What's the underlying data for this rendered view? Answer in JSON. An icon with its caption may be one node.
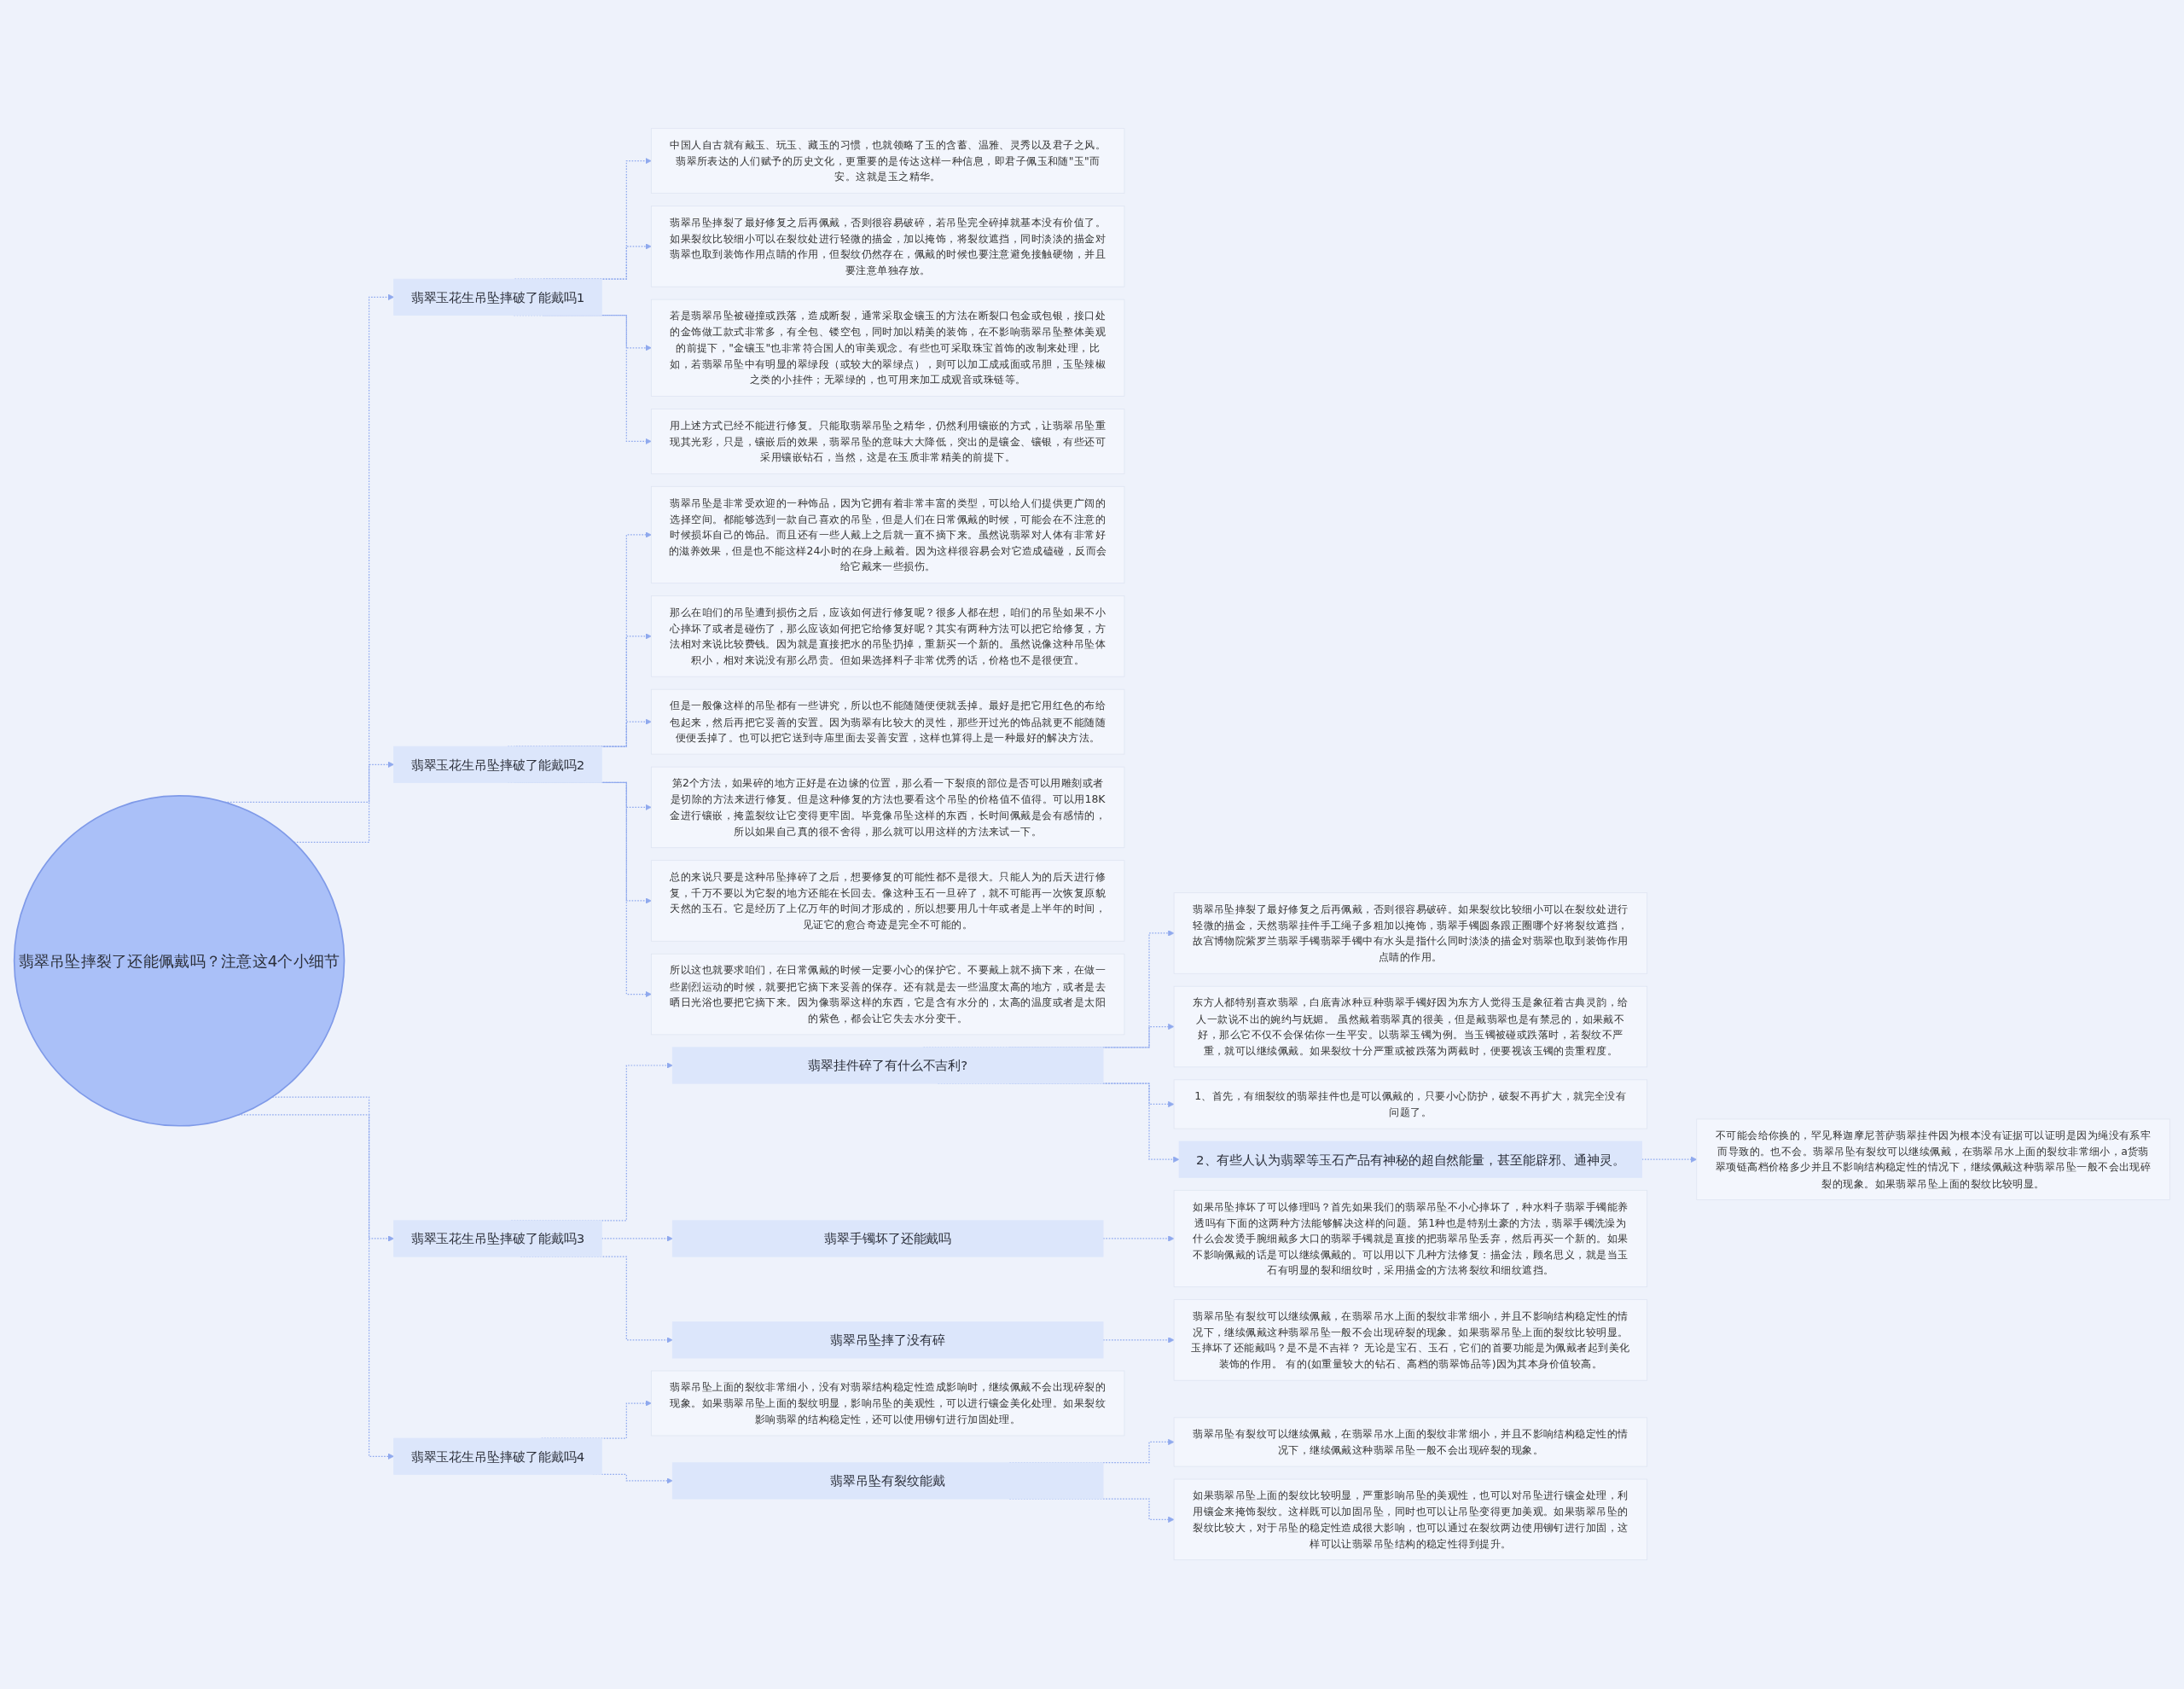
{
  "diagram": {
    "nodes": [
      {
        "text": [
          "翡翠吊坠摔裂了还能佩戴吗？注意这4个小细节"
        ]
      },
      {
        "text": [
          "翡翠玉花生吊坠摔破了能戴吗1"
        ]
      },
      {
        "text": [
          "中国人自古就有戴玉、玩玉、藏玉的习惯，也就领略了玉的含蓄、温雅、灵秀以及君子之风。翡翠所表达的人们赋予的历史文化，更重要的是传达这样一种信息，即君子佩玉和随\"玉\"而安。这就是玉之精华。"
        ]
      },
      {
        "text": [
          "翡翠吊坠摔裂了最好修复之后再佩戴，否则很容易破碎，若吊坠完全碎掉就基本没有价值了。如果裂纹比较细小可以在裂纹处进行轻微的描金，加以掩饰，将裂纹遮挡，同时淡淡的描金对翡翠也取到装饰作用点睛的作用，但裂纹仍然存在，佩戴的时候也要注意避免接触硬物，并且要注意单独存放。"
        ]
      },
      {
        "text": [
          "若是翡翠吊坠被碰撞或跌落，造成断裂，通常采取金镶玉的方法在断裂口包金或包银，接口处的金饰做工款式非常多，有全包、镂空包，同时加以精美的装饰，在不影响翡翠吊坠整体美观的前提下，\"金镶玉\"也非常符合国人的审美观念。有些也可采取珠宝首饰的改制来处理，比如，若翡翠吊坠中有明显的翠绿段（或较大的翠绿点），则可以加工成戒面或吊胆，玉坠辣椒之类的小挂件；无翠绿的，也可用来加工成观音或珠链等。"
        ]
      },
      {
        "text": [
          "用上述方式已经不能进行修复。只能取翡翠吊坠之精华，仍然利用镶嵌的方式，让翡翠吊坠重现其光彩，只是，镶嵌后的效果，翡翠吊坠的意味大大降低，突出的是镶金、镶银，有些还可采用镶嵌钻石，当然，这是在玉质非常精美的前提下。"
        ]
      },
      {
        "text": [
          "翡翠玉花生吊坠摔破了能戴吗2"
        ]
      },
      {
        "text": [
          "翡翠吊坠是非常受欢迎的一种饰品，因为它拥有着非常丰富的类型，可以给人们提供更广阔的选择空间。都能够选到一款自己喜欢的吊坠，但是人们在日常佩戴的时候，可能会在不注意的时候损坏自己的饰品。而且还有一些人戴上之后就一直不摘下来。虽然说翡翠对人体有非常好的滋养效果，但是也不能这样24小时的在身上戴着。因为这样很容易会对它造成磕碰，反而会给它戴来一些损伤。"
        ]
      },
      {
        "text": [
          "那么在咱们的吊坠遭到损伤之后，应该如何进行修复呢？很多人都在想，咱们的吊坠如果不小心摔坏了或者是碰伤了，那么应该如何把它给修复好呢？其实有两种方法可以把它给修复，方法相对来说比较费钱。因为就是直接把水的吊坠扔掉，重新买一个新的。虽然说像这种吊坠体积小，相对来说没有那么昂贵。但如果选择料子非常优秀的话，价格也不是很便宜。"
        ]
      },
      {
        "text": [
          "但是一般像这样的吊坠都有一些讲究，所以也不能随随便便就丢掉。最好是把它用红色的布给包起来，然后再把它妥善的安置。因为翡翠有比较大的灵性，那些开过光的饰品就更不能随随便便丢掉了。也可以把它送到寺庙里面去妥善安置，这样也算得上是一种最好的解决方法。"
        ]
      },
      {
        "text": [
          "第2个方法，如果碎的地方正好是在边缘的位置，那么看一下裂痕的部位是否可以用雕刻或者是切除的方法来进行修复。但是这种修复的方法也要看这个吊坠的价格值不值得。可以用18K金进行镶嵌，掩盖裂纹让它变得更牢固。毕竟像吊坠这样的东西，长时间佩戴是会有感情的，所以如果自己真的很不舍得，那么就可以用这样的方法来试一下。"
        ]
      },
      {
        "text": [
          "总的来说只要是这种吊坠摔碎了之后，想要修复的可能性都不是很大。只能人为的后天进行修复，千万不要以为它裂的地方还能在长回去。像这种玉石一旦碎了，就不可能再一次恢复原貌天然的玉石。它是经历了上亿万年的时间才形成的，所以想要用几十年或者是上半年的时间，见证它的愈合奇迹是完全不可能的。"
        ]
      },
      {
        "text": [
          "所以这也就要求咱们，在日常佩戴的时候一定要小心的保护它。不要戴上就不摘下来，在做一些剧烈运动的时候，就要把它摘下来妥善的保存。还有就是去一些温度太高的地方，或者是去晒日光浴也要把它摘下来。因为像翡翠这样的东西，它是含有水分的，太高的温度或者是太阳的紫色，都会让它失去水分变干。"
        ]
      },
      {
        "text": [
          "翡翠玉花生吊坠摔破了能戴吗3"
        ]
      },
      {
        "text": [
          "翡翠挂件碎了有什么不吉利?"
        ]
      },
      {
        "text": [
          "翡翠吊坠摔裂了最好修复之后再佩戴，否则很容易破碎。如果裂纹比较细小可以在裂纹处进行轻微的描金，天然翡翠挂件手工绳子多粗加以掩饰，翡翠手镯圆条跟正圈哪个好将裂纹遮挡，故宫博物院紫罗兰翡翠手镯翡翠手镯中有水头是指什么同时淡淡的描金对翡翠也取到装饰作用点睛的作用。"
        ]
      },
      {
        "text": [
          "东方人都特别喜欢翡翠，白底青冰种豆种翡翠手镯好因为东方人觉得玉是象征着古典灵韵，给人一款说不出的婉约与妩媚。 虽然戴着翡翠真的很美，但是戴翡翠也是有禁忌的，如果戴不好，那么它不仅不会保佑你一生平安。以翡翠玉镯为例。当玉镯被碰或跌落时，若裂纹不严重，就可以继续佩戴。如果裂纹十分严重或被跌落为两截时，便要视该玉镯的贵重程度。"
        ]
      },
      {
        "text": [
          "1、首先，有细裂纹的翡翠挂件也是可以佩戴的，只要小心防护，破裂不再扩大，就完全没有问题了。"
        ]
      },
      {
        "text": [
          "2、有些人认为翡翠等玉石产品有神秘的超自然能量，甚至能辟邪、通神灵。"
        ]
      },
      {
        "text": [
          "不可能会给你换的，罕见释迦摩尼菩萨翡翠挂件因为根本没有证据可以证明是因为绳没有系牢而导致的。也不会。翡翠吊坠有裂纹可以继续佩戴，在翡翠吊水上面的裂纹非常细小，a货翡翠项链高档价格多少并且不影响结构稳定性的情况下，继续佩戴这种翡翠吊坠一般不会出现碎裂的现象。如果翡翠吊坠上面的裂纹比较明显。"
        ]
      },
      {
        "text": [
          "翡翠手镯坏了还能戴吗"
        ]
      },
      {
        "text": [
          "如果吊坠摔坏了可以修理吗？首先如果我们的翡翠吊坠不小心摔坏了，种水料子翡翠手镯能养透吗有下面的这两种方法能够解决这样的问题。第1种也是特别土豪的方法，翡翠手镯洗澡为什么会发烫手腕细戴多大口的翡翠手镯就是直接的把翡翠吊坠丢弃，然后再买一个新的。如果不影响佩戴的话是可以继续佩戴的。可以用以下几种方法修复：描金法，顾名思义，就是当玉石有明显的裂和细纹时，采用描金的方法将裂纹和细纹遮挡。"
        ]
      },
      {
        "text": [
          "翡翠吊坠摔了没有碎"
        ]
      },
      {
        "text": [
          "翡翠吊坠有裂纹可以继续佩戴，在翡翠吊水上面的裂纹非常细小，并且不影响结构稳定性的情况下，继续佩戴这种翡翠吊坠一般不会出现碎裂的现象。如果翡翠吊坠上面的裂纹比较明显。玉摔坏了还能戴吗？是不是不吉祥？ 无论是宝石、玉石，它们的首要功能是为佩戴者起到美化装饰的作用。 有的(如重量较大的钻石、高档的翡翠饰品等)因为其本身价值较高。"
        ]
      },
      {
        "text": [
          "翡翠玉花生吊坠摔破了能戴吗4"
        ]
      },
      {
        "text": [
          "翡翠吊坠上面的裂纹非常细小，没有对翡翠结构稳定性造成影响时，继续佩戴不会出现碎裂的现象。如果翡翠吊坠上面的裂纹明显，影响吊坠的美观性，可以进行镶金美化处理。如果裂纹影响翡翠的结构稳定性，还可以使用铆钉进行加固处理。"
        ]
      },
      {
        "text": [
          "翡翠吊坠有裂纹能戴"
        ]
      },
      {
        "text": [
          "翡翠吊坠有裂纹可以继续佩戴，在翡翠吊水上面的裂纹非常细小，并且不影响结构稳定性的情况下，继续佩戴这种翡翠吊坠一般不会出现碎裂的现象。"
        ]
      },
      {
        "text": [
          "如果翡翠吊坠上面的裂纹比较明显，严重影响吊坠的美观性，也可以对吊坠进行镶金处理，利用镶金来掩饰裂纹。这样既可以加固吊坠，同时也可以让吊坠变得更加美观。如果翡翠吊坠的裂纹比较大，对于吊坠的稳定性造成很大影响，也可以通过在裂纹两边使用铆钉进行加固，这样可以让翡翠吊坠结构的稳定性得到提升。"
        ]
      }
    ],
    "edges": [
      {
        "from": 0,
        "to": 1,
        "arrow": "to",
        "style": "dashed"
      },
      {
        "from": 1,
        "to": 2,
        "arrow": "to",
        "style": "dashed"
      },
      {
        "from": 1,
        "to": 3,
        "arrow": "to",
        "style": "dashed"
      },
      {
        "from": 1,
        "to": 4,
        "arrow": "to",
        "style": "dashed"
      },
      {
        "from": 1,
        "to": 5,
        "arrow": "to",
        "style": "dashed"
      },
      {
        "from": 0,
        "to": 6,
        "arrow": "to",
        "style": "dashed"
      },
      {
        "from": 6,
        "to": 7,
        "arrow": "to",
        "style": "dashed"
      },
      {
        "from": 6,
        "to": 8,
        "arrow": "to",
        "style": "dashed"
      },
      {
        "from": 6,
        "to": 9,
        "arrow": "to",
        "style": "dashed"
      },
      {
        "from": 6,
        "to": 10,
        "arrow": "to",
        "style": "dashed"
      },
      {
        "from": 6,
        "to": 11,
        "arrow": "to",
        "style": "dashed"
      },
      {
        "from": 6,
        "to": 12,
        "arrow": "to",
        "style": "dashed"
      },
      {
        "from": 0,
        "to": 13,
        "arrow": "to",
        "style": "dashed"
      },
      {
        "from": 13,
        "to": 14,
        "arrow": "to",
        "style": "dashed"
      },
      {
        "from": 14,
        "to": 15,
        "arrow": "to",
        "style": "dashed"
      },
      {
        "from": 14,
        "to": 16,
        "arrow": "to",
        "style": "dashed"
      },
      {
        "from": 14,
        "to": 17,
        "arrow": "to",
        "style": "dashed"
      },
      {
        "from": 14,
        "to": 18,
        "arrow": "to",
        "style": "dashed"
      },
      {
        "from": 18,
        "to": 19,
        "arrow": "to",
        "style": "dashed"
      },
      {
        "from": 13,
        "to": 20,
        "arrow": "to",
        "style": "dashed"
      },
      {
        "from": 20,
        "to": 21,
        "arrow": "to",
        "style": "dashed"
      },
      {
        "from": 13,
        "to": 22,
        "arrow": "to",
        "style": "dashed"
      },
      {
        "from": 22,
        "to": 23,
        "arrow": "to",
        "style": "dashed"
      },
      {
        "from": 0,
        "to": 24,
        "arrow": "to",
        "style": "dashed"
      },
      {
        "from": 24,
        "to": 25,
        "arrow": "to",
        "style": "dashed"
      },
      {
        "from": 24,
        "to": 26,
        "arrow": "to",
        "style": "dashed"
      },
      {
        "from": 26,
        "to": 27,
        "arrow": "to",
        "style": "dashed"
      },
      {
        "from": 26,
        "to": 28,
        "arrow": "to",
        "style": "dashed"
      }
    ]
  }
}
